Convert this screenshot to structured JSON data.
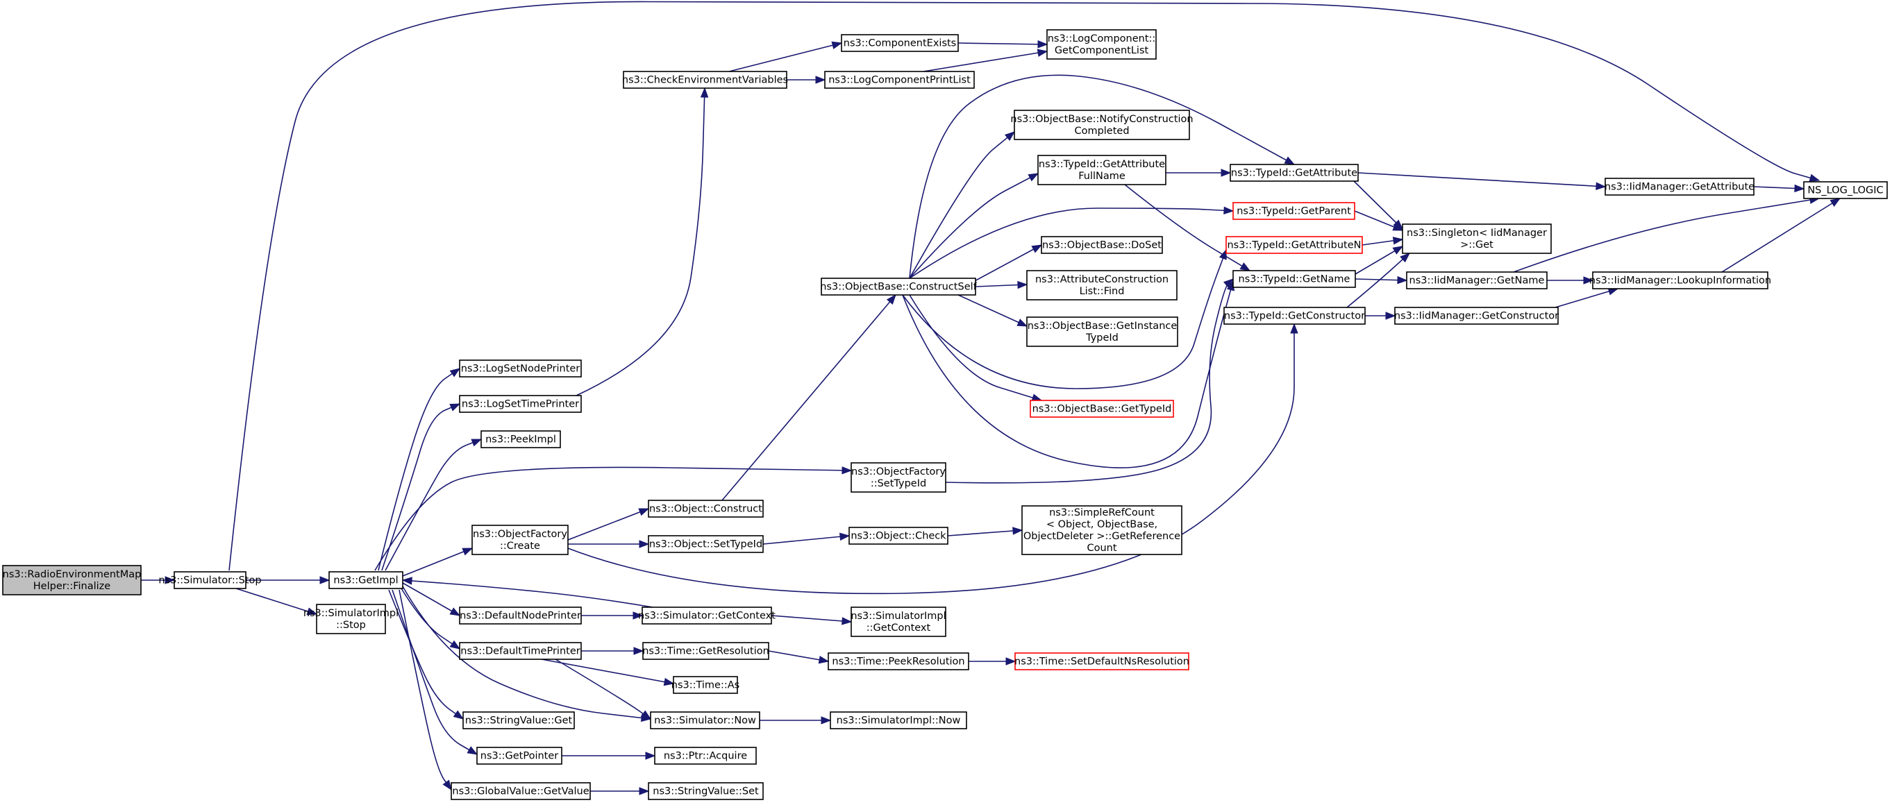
{
  "graph": {
    "nodes": [
      {
        "id": "root",
        "lines": [
          "ns3::RadioEnvironmentMap",
          "Helper::Finalize"
        ],
        "root": true
      },
      {
        "id": "simstop",
        "lines": [
          "ns3::Simulator::Stop"
        ]
      },
      {
        "id": "getimpl",
        "lines": [
          "ns3::GetImpl"
        ]
      },
      {
        "id": "simimplstop",
        "lines": [
          "ns3::SimulatorImpl",
          "::Stop"
        ]
      },
      {
        "id": "nslog",
        "lines": [
          "NS_LOG_LOGIC"
        ]
      },
      {
        "id": "lognodeprinter",
        "lines": [
          "ns3::LogSetNodePrinter"
        ]
      },
      {
        "id": "logtimeprinter",
        "lines": [
          "ns3::LogSetTimePrinter"
        ]
      },
      {
        "id": "peekimpl",
        "lines": [
          "ns3::PeekImpl"
        ]
      },
      {
        "id": "ofcreate",
        "lines": [
          "ns3::ObjectFactory",
          "::Create"
        ]
      },
      {
        "id": "defnodeprinter",
        "lines": [
          "ns3::DefaultNodePrinter"
        ]
      },
      {
        "id": "deftimeprinter",
        "lines": [
          "ns3::DefaultTimePrinter"
        ]
      },
      {
        "id": "strvalget",
        "lines": [
          "ns3::StringValue::Get"
        ]
      },
      {
        "id": "getpointer",
        "lines": [
          "ns3::GetPointer"
        ]
      },
      {
        "id": "globalvalget",
        "lines": [
          "ns3::GlobalValue::GetValue"
        ]
      },
      {
        "id": "checkenv",
        "lines": [
          "ns3::CheckEnvironmentVariables"
        ]
      },
      {
        "id": "compexists",
        "lines": [
          "ns3::ComponentExists"
        ]
      },
      {
        "id": "logcompprint",
        "lines": [
          "ns3::LogComponentPrintList"
        ]
      },
      {
        "id": "getcomplist",
        "lines": [
          "ns3::LogComponent::",
          "GetComponentList"
        ]
      },
      {
        "id": "objconstruct",
        "lines": [
          "ns3::Object::Construct"
        ]
      },
      {
        "id": "objsettypeid",
        "lines": [
          "ns3::Object::SetTypeId"
        ]
      },
      {
        "id": "simgetcontext",
        "lines": [
          "ns3::Simulator::GetContext"
        ]
      },
      {
        "id": "timegetres",
        "lines": [
          "ns3::Time::GetResolution"
        ]
      },
      {
        "id": "timeas",
        "lines": [
          "ns3::Time::As"
        ]
      },
      {
        "id": "simnow",
        "lines": [
          "ns3::Simulator::Now"
        ]
      },
      {
        "id": "ptracquire",
        "lines": [
          "ns3::Ptr::Acquire"
        ]
      },
      {
        "id": "strvalset",
        "lines": [
          "ns3::StringValue::Set"
        ]
      },
      {
        "id": "constructself",
        "lines": [
          "ns3::ObjectBase::ConstructSelf"
        ]
      },
      {
        "id": "ofsettypeid",
        "lines": [
          "ns3::ObjectFactory",
          "::SetTypeId"
        ]
      },
      {
        "id": "objcheck",
        "lines": [
          "ns3::Object::Check"
        ]
      },
      {
        "id": "simimplgetcontext",
        "lines": [
          "ns3::SimulatorImpl",
          "::GetContext"
        ]
      },
      {
        "id": "timepeekres",
        "lines": [
          "ns3::Time::PeekResolution"
        ]
      },
      {
        "id": "simimplnow",
        "lines": [
          "ns3::SimulatorImpl::Now"
        ]
      },
      {
        "id": "notifyconstruction",
        "lines": [
          "ns3::ObjectBase::NotifyConstruction",
          "Completed"
        ]
      },
      {
        "id": "getattrfullname",
        "lines": [
          "ns3::TypeId::GetAttribute",
          "FullName"
        ]
      },
      {
        "id": "doset",
        "lines": [
          "ns3::ObjectBase::DoSet"
        ]
      },
      {
        "id": "attrconstrfind",
        "lines": [
          "ns3::AttributeConstruction",
          "List::Find"
        ]
      },
      {
        "id": "getinstancetypeid",
        "lines": [
          "ns3::ObjectBase::GetInstance",
          "TypeId"
        ]
      },
      {
        "id": "objbasegettypeid",
        "lines": [
          "ns3::ObjectBase::GetTypeId"
        ],
        "truncated": true
      },
      {
        "id": "simplerefcount",
        "lines": [
          "ns3::SimpleRefCount",
          "< Object, ObjectBase,",
          "ObjectDeleter >::GetReference",
          "Count"
        ]
      },
      {
        "id": "setdefaultnsres",
        "lines": [
          "ns3::Time::SetDefaultNsResolution"
        ],
        "truncated": true
      },
      {
        "id": "typeidgetattr",
        "lines": [
          "ns3::TypeId::GetAttribute"
        ]
      },
      {
        "id": "typeidgetparent",
        "lines": [
          "ns3::TypeId::GetParent"
        ],
        "truncated": true
      },
      {
        "id": "typeidgetattrn",
        "lines": [
          "ns3::TypeId::GetAttributeN"
        ],
        "truncated": true
      },
      {
        "id": "typeidgetname",
        "lines": [
          "ns3::TypeId::GetName"
        ]
      },
      {
        "id": "typeidgetconstructor",
        "lines": [
          "ns3::TypeId::GetConstructor"
        ]
      },
      {
        "id": "singletonget",
        "lines": [
          "ns3::Singleton< IidManager",
          " >::Get"
        ]
      },
      {
        "id": "iidgetattr",
        "lines": [
          "ns3::IidManager::GetAttribute"
        ]
      },
      {
        "id": "iidgetname",
        "lines": [
          "ns3::IidManager::GetName"
        ]
      },
      {
        "id": "iidgetconstructor",
        "lines": [
          "ns3::IidManager::GetConstructor"
        ]
      },
      {
        "id": "iidlookup",
        "lines": [
          "ns3::IidManager::LookupInformation"
        ]
      }
    ],
    "edges": [
      [
        "root",
        "simstop"
      ],
      [
        "simstop",
        "nslog"
      ],
      [
        "simstop",
        "getimpl"
      ],
      [
        "simstop",
        "simimplstop"
      ],
      [
        "getimpl",
        "lognodeprinter"
      ],
      [
        "getimpl",
        "logtimeprinter"
      ],
      [
        "getimpl",
        "peekimpl"
      ],
      [
        "getimpl",
        "ofsettypeid"
      ],
      [
        "getimpl",
        "ofcreate"
      ],
      [
        "getimpl",
        "defnodeprinter"
      ],
      [
        "getimpl",
        "deftimeprinter"
      ],
      [
        "getimpl",
        "strvalget"
      ],
      [
        "getimpl",
        "getpointer"
      ],
      [
        "getimpl",
        "globalvalget"
      ],
      [
        "getimpl",
        "simnow"
      ],
      [
        "simgetcontext",
        "getimpl"
      ],
      [
        "logtimeprinter",
        "checkenv"
      ],
      [
        "checkenv",
        "compexists"
      ],
      [
        "checkenv",
        "logcompprint"
      ],
      [
        "compexists",
        "getcomplist"
      ],
      [
        "logcompprint",
        "getcomplist"
      ],
      [
        "ofcreate",
        "objconstruct"
      ],
      [
        "ofcreate",
        "objsettypeid"
      ],
      [
        "ofcreate",
        "typeidgetconstructor"
      ],
      [
        "objconstruct",
        "constructself"
      ],
      [
        "objsettypeid",
        "objcheck"
      ],
      [
        "objcheck",
        "simplerefcount"
      ],
      [
        "defnodeprinter",
        "simgetcontext"
      ],
      [
        "simgetcontext",
        "simimplgetcontext"
      ],
      [
        "deftimeprinter",
        "timegetres"
      ],
      [
        "deftimeprinter",
        "timeas"
      ],
      [
        "deftimeprinter",
        "simnow"
      ],
      [
        "timegetres",
        "timepeekres"
      ],
      [
        "timepeekres",
        "setdefaultnsres"
      ],
      [
        "simnow",
        "simimplnow"
      ],
      [
        "getpointer",
        "ptracquire"
      ],
      [
        "globalvalget",
        "strvalset"
      ],
      [
        "ofsettypeid",
        "typeidgetname"
      ],
      [
        "constructself",
        "notifyconstruction"
      ],
      [
        "constructself",
        "getattrfullname"
      ],
      [
        "constructself",
        "typeidgetattr"
      ],
      [
        "constructself",
        "typeidgetparent"
      ],
      [
        "constructself",
        "doset"
      ],
      [
        "constructself",
        "attrconstrfind"
      ],
      [
        "constructself",
        "getinstancetypeid"
      ],
      [
        "constructself",
        "objbasegettypeid"
      ],
      [
        "constructself",
        "typeidgetattrn"
      ],
      [
        "constructself",
        "typeidgetname"
      ],
      [
        "getattrfullname",
        "typeidgetattr"
      ],
      [
        "getattrfullname",
        "typeidgetname"
      ],
      [
        "typeidgetattr",
        "iidgetattr"
      ],
      [
        "typeidgetattr",
        "singletonget"
      ],
      [
        "typeidgetparent",
        "singletonget"
      ],
      [
        "typeidgetattrn",
        "singletonget"
      ],
      [
        "typeidgetname",
        "singletonget"
      ],
      [
        "typeidgetname",
        "iidgetname"
      ],
      [
        "typeidgetconstructor",
        "singletonget"
      ],
      [
        "typeidgetconstructor",
        "iidgetconstructor"
      ],
      [
        "iidgetattr",
        "nslog"
      ],
      [
        "iidgetname",
        "nslog"
      ],
      [
        "iidgetname",
        "iidlookup"
      ],
      [
        "iidgetconstructor",
        "iidlookup"
      ],
      [
        "iidlookup",
        "nslog"
      ]
    ]
  }
}
